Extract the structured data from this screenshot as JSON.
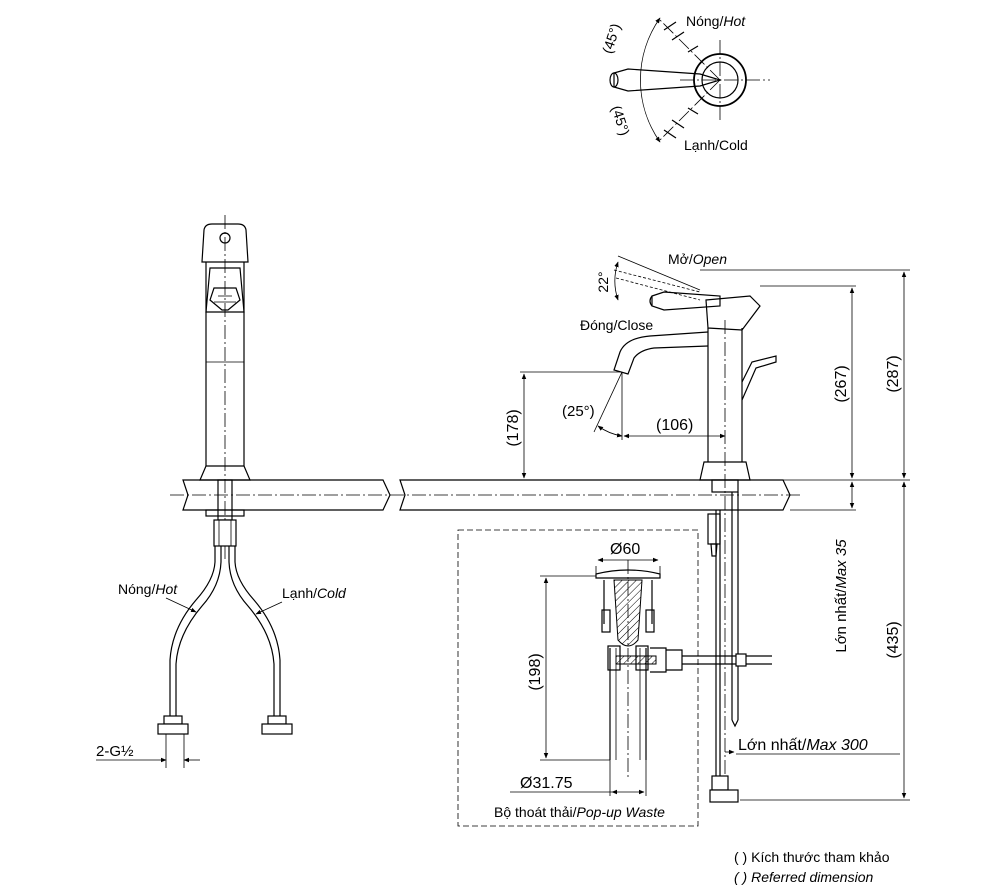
{
  "handle_top": {
    "angle_hot": "(45°)",
    "angle_cold": "(45°)",
    "hot_label": "Nóng/",
    "hot_label_en": "Hot",
    "cold_label": "Lạnh/Cold"
  },
  "front_view": {
    "hot_label": "Nóng/",
    "hot_label_en": "Hot",
    "cold_label": "Lạnh/",
    "cold_label_en": "Cold",
    "thread": "2-G½"
  },
  "side_view": {
    "open_label": "Mở/",
    "open_label_en": "Open",
    "close_label": "Đóng/Close",
    "angle_open": "22°",
    "angle_spout": "(25°)",
    "dim_spout_height": "(178)",
    "dim_reach": "(106)",
    "dim_body_height": "(267)",
    "dim_total_height": "(287)",
    "dim_deck_max": "Lớn nhất/",
    "dim_deck_max_en": "Max 35",
    "dim_below": "(435)",
    "dim_hose_max": "Lớn nhất/",
    "dim_hose_max_en": "Max 300"
  },
  "waste": {
    "diameter_top": "Ø60",
    "height": "(198)",
    "diameter_pipe": "Ø31.75",
    "caption": "Bộ thoát thải/",
    "caption_en": "Pop-up Waste"
  },
  "legend": {
    "line1": "( ) Kích thước tham khảo",
    "line2": "( ) Referred dimension"
  }
}
